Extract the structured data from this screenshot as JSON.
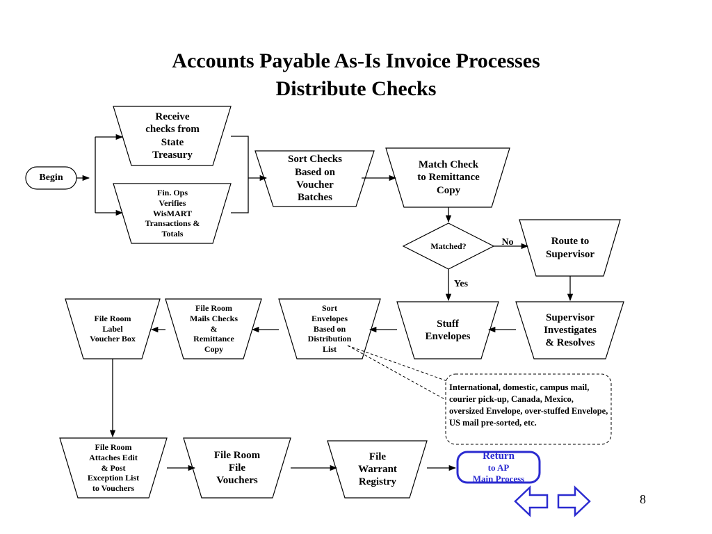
{
  "title": {
    "line1": "Accounts Payable As-Is Invoice Processes",
    "line2": "Distribute Checks"
  },
  "nodes": {
    "begin": "Begin",
    "receive_checks": "Receive\nchecks from\nState\nTreasury",
    "fin_ops": "Fin. Ops\nVerifies\nWisMART\nTransactions &\nTotals",
    "sort_checks": "Sort Checks\nBased on\nVoucher\nBatches",
    "match_check": "Match Check\nto Remittance\nCopy",
    "matched_decision": "Matched?",
    "route_supervisor": "Route to\nSupervisor",
    "supervisor_investigates": "Supervisor\nInvestigates\n& Resolves",
    "stuff_envelopes": "Stuff\nEnvelopes",
    "sort_envelopes": "Sort\nEnvelopes\nBased on\nDistribution\nList",
    "file_room_mails": "File Room\nMails Checks\n&\nRemittance\nCopy",
    "file_room_label": "File Room\nLabel\nVoucher Box",
    "file_room_attaches": "File Room\nAttaches Edit\n& Post\nException List\nto Vouchers",
    "file_room_file": "File Room\nFile\nVouchers",
    "file_warrant": "File\nWarrant\nRegistry"
  },
  "edge_labels": {
    "no": "No",
    "yes": "Yes"
  },
  "annotation": "International, domestic, campus mail, courier pick-up, Canada, Mexico, oversized Envelope, over-stuffed Envelope, US mail pre-sorted, etc.",
  "return_button": {
    "big": "Return",
    "small": "to AP\nMain Process"
  },
  "page_number": "8",
  "colors": {
    "outline": "#000000",
    "nav_blue": "#2b2bd0"
  }
}
